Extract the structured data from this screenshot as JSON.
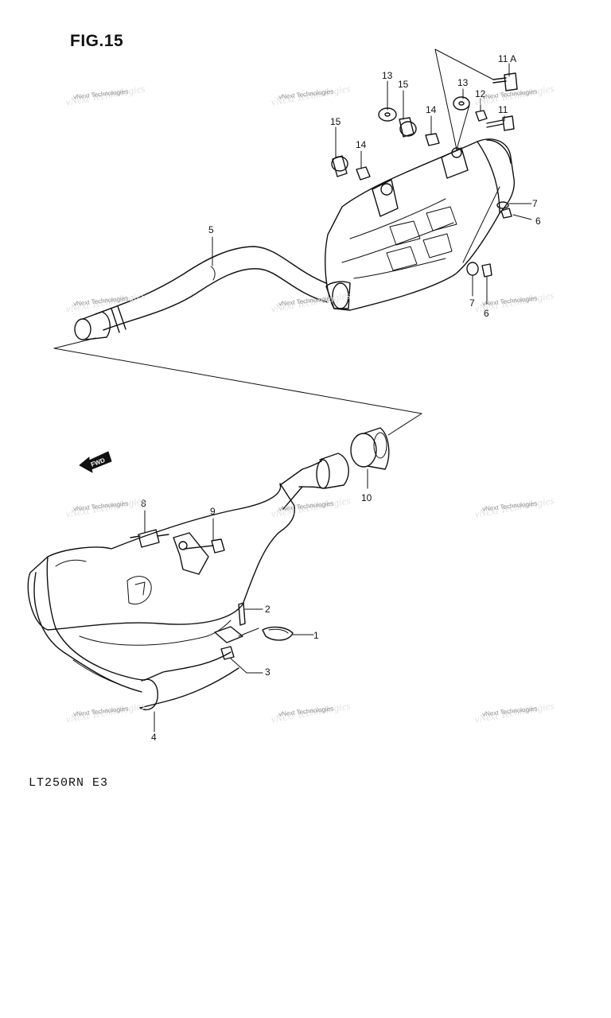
{
  "figure": {
    "title": "FIG.15",
    "model": "LT250RN E3"
  },
  "watermark": {
    "text": "vNext Technologies"
  },
  "callouts": {
    "c1": "1",
    "c2": "2",
    "c3": "3",
    "c4": "4",
    "c5": "5",
    "c6a": "6",
    "c6b": "6",
    "c7a": "7",
    "c7b": "7",
    "c8": "8",
    "c9": "9",
    "c10": "10",
    "c11": "11",
    "c11a": "11 A",
    "c12": "12",
    "c13a": "13",
    "c13b": "13",
    "c14a": "14",
    "c14b": "14",
    "c15a": "15",
    "c15b": "15"
  },
  "fwd_label": "FWD",
  "colors": {
    "line": "#111111",
    "watermark": "#8d8d8d"
  }
}
